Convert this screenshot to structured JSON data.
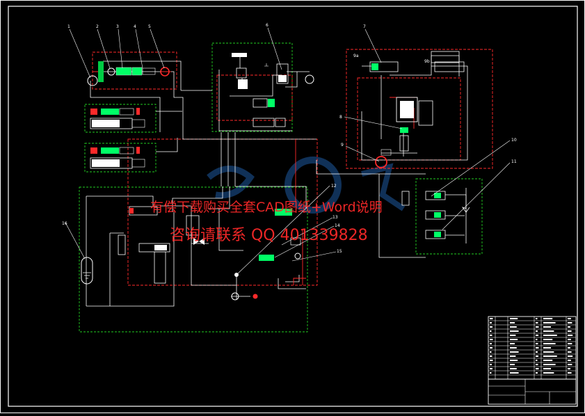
{
  "callouts": {
    "c1": "1",
    "c2": "2",
    "c3": "3",
    "c4": "4",
    "c5": "5",
    "c6": "6",
    "c7": "7",
    "c8": "8",
    "c9": "9",
    "c10": "10",
    "c11": "11",
    "c12": "12",
    "c13": "13",
    "c14": "14",
    "c15": "15",
    "c16": "16",
    "c9a": "9a",
    "c9b": "9b"
  },
  "watermark": {
    "line1": "有偿下载购买全套CAD图纸+Word说明",
    "line2": "咨询请联系 QQ 401339828"
  },
  "colors": {
    "background": "#000000",
    "lines": "#ffffff",
    "green_border": "#22cc22",
    "red_line": "#ff2a2a",
    "valve_fill": "#00ff66",
    "watermark": "#ff2a2a",
    "logo": "#1e5aa0"
  }
}
